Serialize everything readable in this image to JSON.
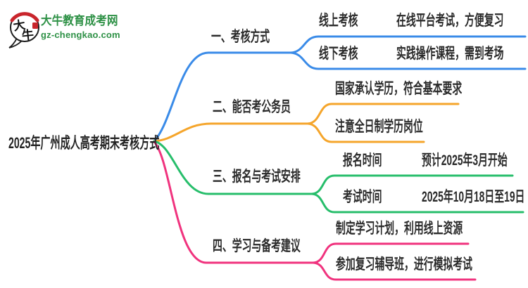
{
  "site": {
    "name": "大牛教育成考网",
    "url": "gz-chengkao.com",
    "logo_chars": [
      "大",
      "牛"
    ],
    "brand_green": "#2E9146",
    "seal_red": "#C9252C",
    "bubble_stroke": "#1C1C1C"
  },
  "central_topic": "2025年广州成人高考期末考核方式",
  "branches": [
    {
      "label": "一、考核方式",
      "color": "#3A8BE8",
      "children": [
        {
          "key": "线上考核",
          "value": "在线平台考试，方便复习"
        },
        {
          "key": "线下考核",
          "value": "实践操作课程，需到考场"
        }
      ]
    },
    {
      "label": "二、能否考公务员",
      "color": "#F5A52B",
      "children": [
        {
          "value": "国家承认学历，符合基本要求"
        },
        {
          "value": "注意全日制学历岗位"
        }
      ]
    },
    {
      "label": "三、报名与考试安排",
      "color": "#27BE6B",
      "children": [
        {
          "key": "报名时间",
          "value": "预计2025年3月开始"
        },
        {
          "key": "考试时间",
          "value": "2025年10月18日至19日"
        }
      ]
    },
    {
      "label": "四、学习与备考建议",
      "color": "#F0337E",
      "children": [
        {
          "value": "制定学习计划，利用线上资源"
        },
        {
          "value": "参加复习辅导班，进行模拟考试"
        }
      ]
    }
  ]
}
